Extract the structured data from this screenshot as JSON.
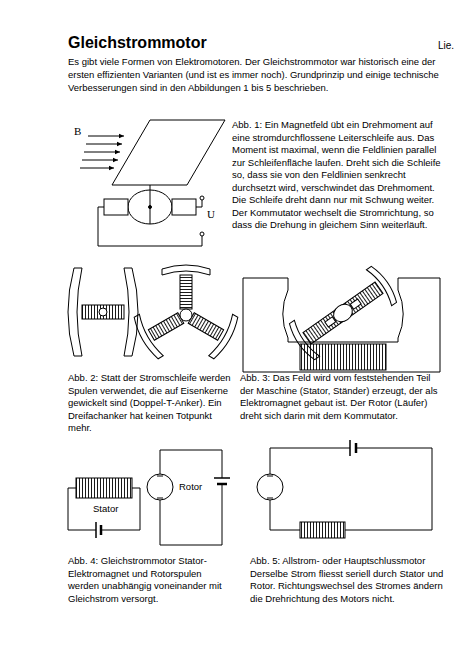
{
  "diagram": {
    "title": "Gleichstrommotor",
    "labels": [
      "Lie.",
      "Es gibt viele Formen von Elektromotoren. Der Gleichstrommotor war historisch eine der ersten effizienten Varianten (und ist es immer noch). Grundprinzip und einige technische Verbesserungen sind in den Abbildungen 1 bis 5 beschrieben.",
      "B",
      "U",
      "Abb. 1: Ein Magnetfeld übt ein Drehmoment auf eine stromdurchflossene Leiterschleife aus. Das Moment ist maximal, wenn die Feldlinien parallel zur Schleifenfläche laufen. Dreht sich die Schleife so, dass sie von den Feldlinien senkrecht durchsetzt wird, verschwindet das Drehmoment. Die Schleife dreht dann nur mit Schwung weiter. Der Kommutator wechselt die Stromrichtung, so dass die Drehung in gleichem Sinn weiterläuft.",
      "Abb. 2: Statt der Stromschleife werden Spulen verwendet, die auf Eisenkerne gewickelt sind (Doppel-T-Anker). Ein Dreifachanker hat keinen Totpunkt mehr.",
      "Abb. 3: Das Feld wird vom feststehenden Teil der Maschine (Stator, Ständer) erzeugt, der als Elektromagnet gebaut ist. Der Rotor (Läufer) dreht sich darin mit dem Kommutator.",
      "Rotor",
      "Stator",
      "Abb. 4: Gleichstrommotor Stator-Elektromagnet und Rotorspulen werden unabhängig voneinander mit Gleichstrom versorgt.",
      "Abb. 5: Allstrom- oder Hauptschlussmotor Derselbe Strom fliesst seriell durch Stator und Rotor. Richtungswechsel des Stromes ändern die Drehrichtung des Motors nicht."
    ]
  }
}
